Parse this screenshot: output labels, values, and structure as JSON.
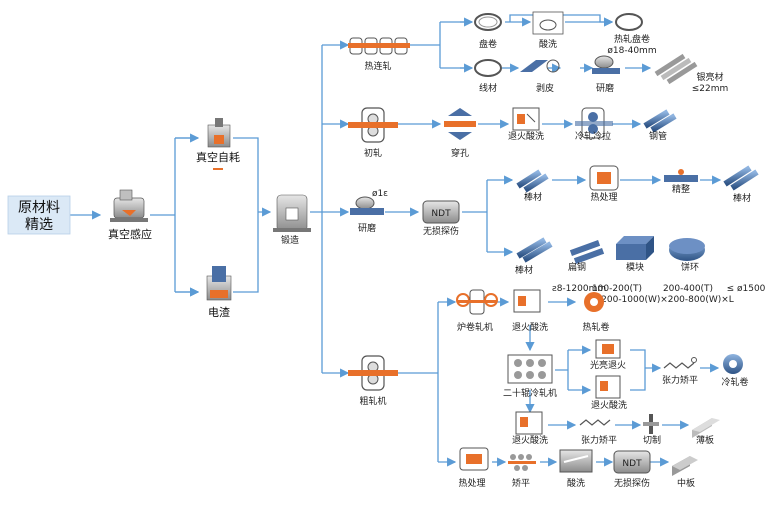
{
  "labels": {
    "raw_material": [
      "原材料",
      "精选"
    ],
    "vim": "真空感应",
    "var": "真空自耗",
    "esr": "电渣",
    "forging": "锻造",
    "continuous_rolling": "热连轧",
    "pan_coil": "盘卷",
    "pickling1": "酸洗",
    "hot_coil_size": "热轧盘卷",
    "hot_coil_dia": "ø18-40mm",
    "wire": "线材",
    "peeling": "剥皮",
    "grinding1": "研磨",
    "bright_bar": "银亮材",
    "bright_bar_dia": "≤22mm",
    "initial_rolling": "初轧",
    "piercing": "穿孔",
    "anneal_pickle1": "退火酸洗",
    "cold_draw": "冷轧冷拉",
    "steel_pipe": "钢管",
    "grinding2": "研磨",
    "dia_partial": "ø1ε",
    "ndt1": "NDT",
    "ndt_label1": "无损探伤",
    "bar1": "棒材",
    "heat_treat1": "热处理",
    "finishing": "精整",
    "bar2": "棒材",
    "bar3": "棒材",
    "flat_steel": "扁钢",
    "block": "模块",
    "cake_ring": "饼环",
    "size1": "ƨ8-1200mm",
    "size2a": "100-200(T)",
    "size2b": "×200-1000(W)",
    "size3a": "200-400(T)",
    "size3b": "×200-800(W)×L",
    "size4": "≤ ø1500",
    "furnace_mill": "炉卷轧机",
    "anneal_pickle2": "退火酸洗",
    "hot_coil": "热轧卷",
    "twenty_high": "二十辊冷轧机",
    "bright_anneal": "光亮退火",
    "anneal_pickle3": "退火酸洗",
    "tension_level1": "张力矫平",
    "cold_coil": "冷轧卷",
    "rough_mill": "粗轧机",
    "anneal_pickle4": "退火酸洗",
    "tension_level2": "张力矫平",
    "cutting": "切制",
    "thin_plate": "薄板",
    "heat_treat2": "热处理",
    "leveling": "矫平",
    "pickling2": "酸洗",
    "ndt2": "NDT",
    "ndt_label2": "无损探伤",
    "medium_plate": "中板"
  },
  "colors": {
    "arrow": "#5b9bd5",
    "accent_orange": "#e8702a",
    "steel_blue": "#4a6fa5",
    "source_fill": "#dbe9f6"
  }
}
